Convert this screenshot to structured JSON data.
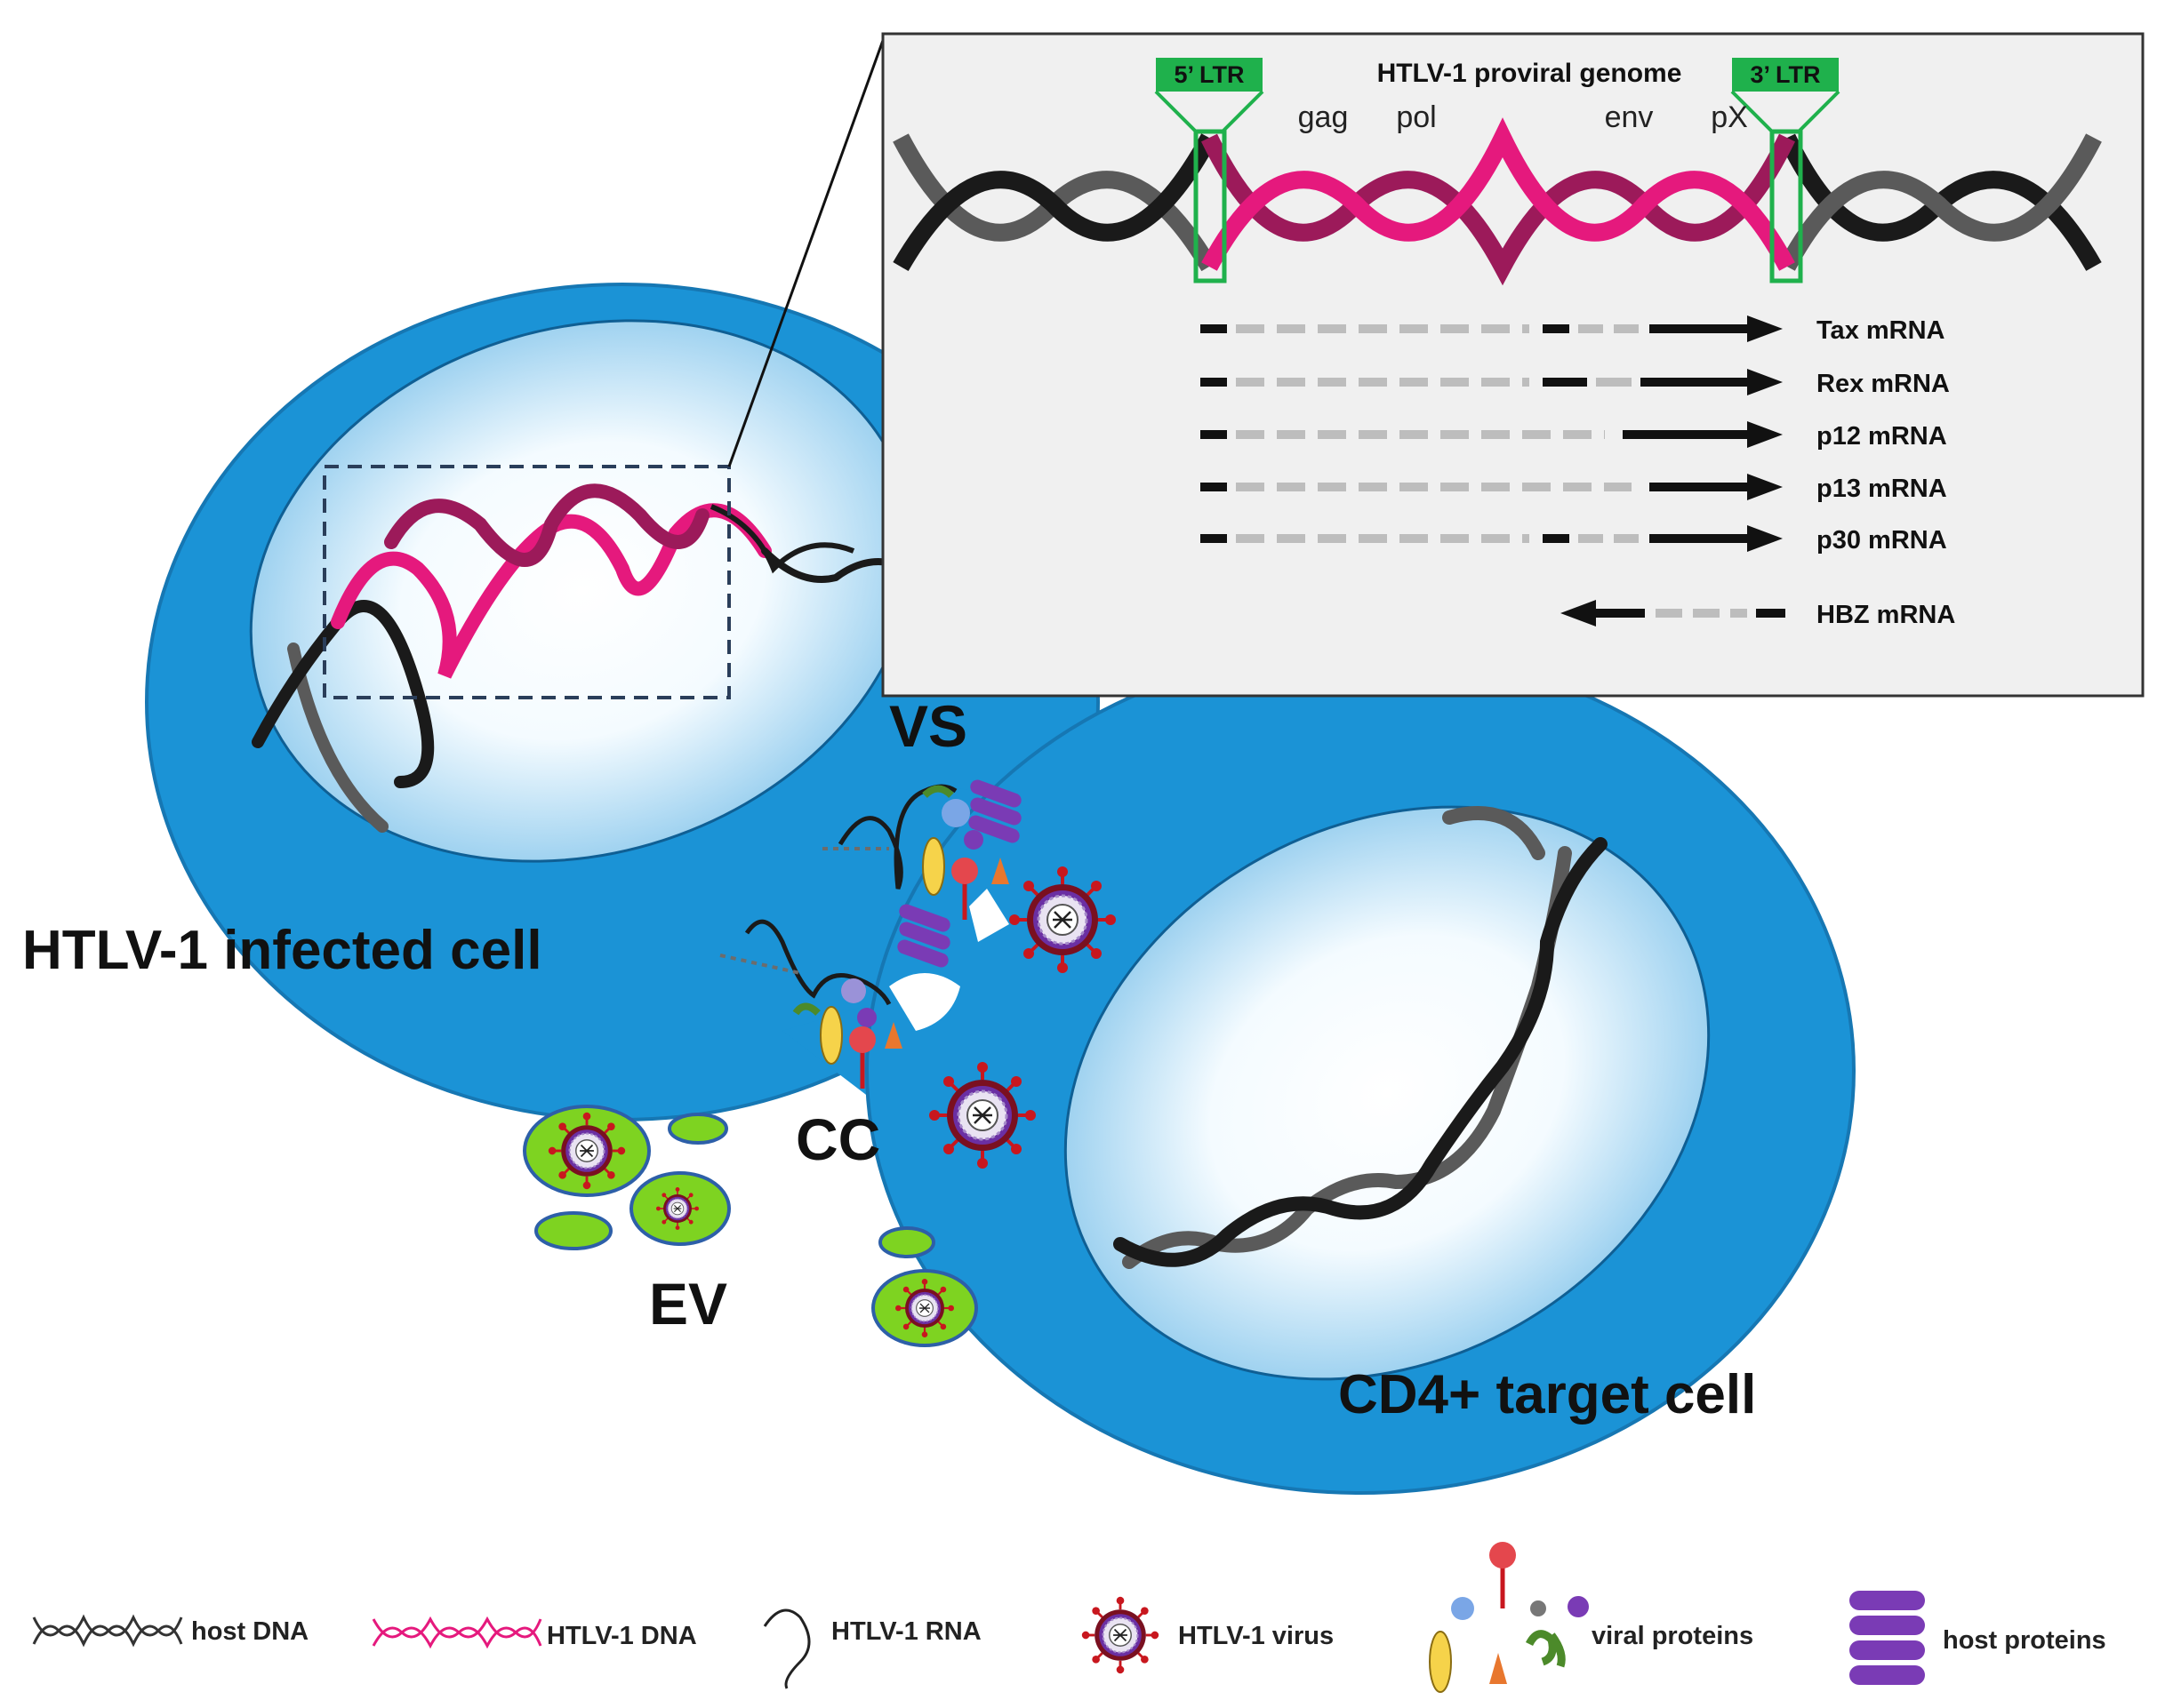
{
  "colors": {
    "membrane": "#1b93d6",
    "membrane_stroke": "#1677b3",
    "nucleus_center": "#ffffff",
    "nucleus_edge": "#a7d7f3",
    "host_dna_dark": "#1a1a1a",
    "host_dna_light": "#5a5a5a",
    "htlv_pink": "#e5197d",
    "htlv_maroon": "#9c1a5a",
    "ltr_green": "#1fb14c",
    "panel_bg": "#f0f0f0",
    "ev_green": "#7ed321",
    "virus_red": "#c8171e",
    "virus_purple": "#6b2fa3",
    "host_protein": "#7a3bb5"
  },
  "genome_panel": {
    "title": "HTLV-1 proviral genome",
    "ltr_5": "5’ LTR",
    "ltr_3": "3’ LTR",
    "genes": [
      "gag",
      "pol",
      "env",
      "pX"
    ],
    "transcripts": [
      {
        "label": "Tax mRNA",
        "direction": "forward"
      },
      {
        "label": "Rex mRNA",
        "direction": "forward"
      },
      {
        "label": "p12 mRNA",
        "direction": "forward"
      },
      {
        "label": "p13 mRNA",
        "direction": "forward"
      },
      {
        "label": "p30 mRNA",
        "direction": "forward"
      },
      {
        "label": "HBZ mRNA",
        "direction": "reverse"
      }
    ]
  },
  "labels": {
    "infected_cell": "HTLV-1 infected cell",
    "target_cell": "CD4+ target cell",
    "vs": "VS",
    "cc": "CC",
    "ev": "EV"
  },
  "legend": {
    "host_dna": "host DNA",
    "htlv_dna": "HTLV-1 DNA",
    "htlv_rna": "HTLV-1 RNA",
    "htlv_virus": "HTLV-1 virus",
    "viral_proteins": "viral proteins",
    "host_proteins": "host proteins"
  }
}
